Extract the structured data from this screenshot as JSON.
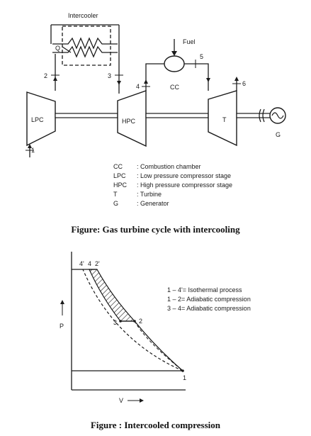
{
  "diagram1": {
    "intercooler_label": "Intercooler",
    "fuel_label": "Fuel",
    "q_label": "Q",
    "cc_label": "CC",
    "lpc_label": "LPC",
    "hpc_label": "HPC",
    "t_label": "T",
    "g_label": "G",
    "state_numbers": [
      "1",
      "2",
      "3",
      "4",
      "5",
      "6"
    ],
    "legend": [
      {
        "abbr": "CC",
        "desc": ": Combustion chamber"
      },
      {
        "abbr": "LPC",
        "desc": ": Low pressure compressor stage"
      },
      {
        "abbr": "HPC",
        "desc": ": High pressure compressor stage"
      },
      {
        "abbr": "T",
        "desc": ": Turbine"
      },
      {
        "abbr": "G",
        "desc": ": Generator"
      }
    ],
    "caption": "Figure: Gas turbine cycle with intercooling"
  },
  "diagram2": {
    "point_labels": {
      "p4prime": "4'",
      "p4": "4",
      "p2prime": "2'",
      "p3": "3",
      "p2": "2",
      "p1": "1"
    },
    "y_axis_label": "P",
    "x_axis_label": "V",
    "legend": [
      "1 – 4'= Isothermal process",
      "1 – 2= Adiabatic compression",
      "3 – 4= Adiabatic compression"
    ],
    "caption": "Figure : Intercooled compression"
  }
}
